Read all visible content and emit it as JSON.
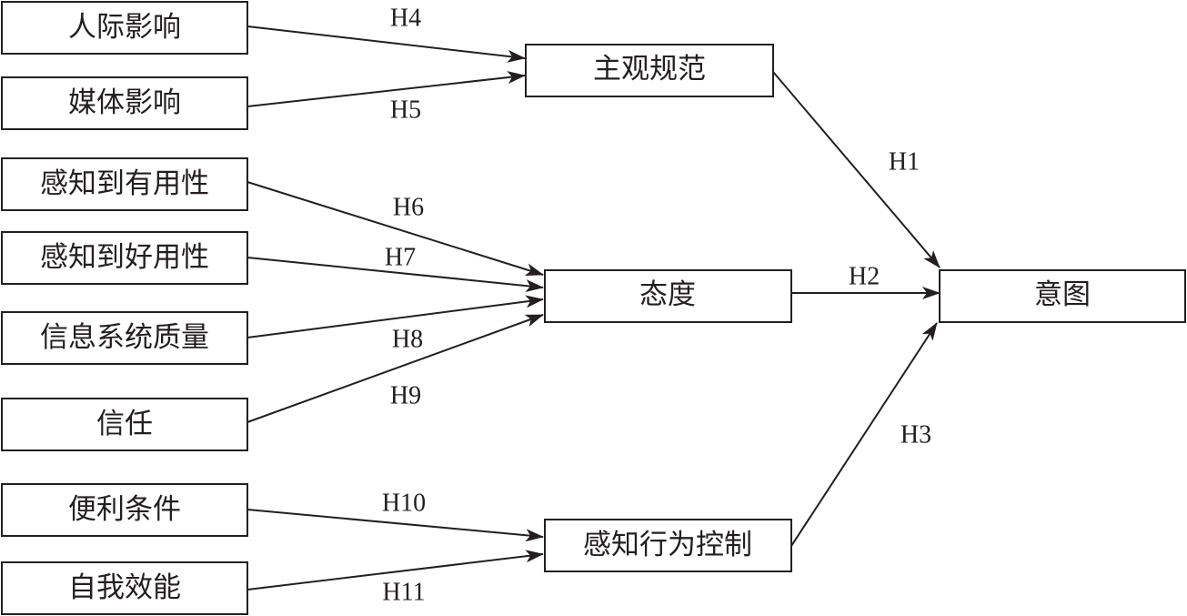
{
  "colors": {
    "stroke": "#231f20",
    "background": "#ffffff"
  },
  "nodes": {
    "interpersonal_influence": "人际影响",
    "media_influence": "媒体影响",
    "perceived_usefulness": "感知到有用性",
    "perceived_ease_of_use": "感知到好用性",
    "information_system_quality": "信息系统质量",
    "trust": "信任",
    "facilitating_conditions": "便利条件",
    "self_efficacy": "自我效能",
    "subjective_norm": "主观规范",
    "attitude": "态度",
    "perceived_behavioral_control": "感知行为控制",
    "intention": "意图"
  },
  "edges": [
    {
      "id": "h4",
      "from": "interpersonal_influence",
      "to": "subjective_norm",
      "label": "H4"
    },
    {
      "id": "h5",
      "from": "media_influence",
      "to": "subjective_norm",
      "label": "H5"
    },
    {
      "id": "h6",
      "from": "perceived_usefulness",
      "to": "attitude",
      "label": "H6"
    },
    {
      "id": "h7",
      "from": "perceived_ease_of_use",
      "to": "attitude",
      "label": "H7"
    },
    {
      "id": "h8",
      "from": "information_system_quality",
      "to": "attitude",
      "label": "H8"
    },
    {
      "id": "h9",
      "from": "trust",
      "to": "attitude",
      "label": "H9"
    },
    {
      "id": "h10",
      "from": "facilitating_conditions",
      "to": "perceived_behavioral_control",
      "label": "H10"
    },
    {
      "id": "h11",
      "from": "self_efficacy",
      "to": "perceived_behavioral_control",
      "label": "H11"
    },
    {
      "id": "h1",
      "from": "subjective_norm",
      "to": "intention",
      "label": "H1"
    },
    {
      "id": "h2",
      "from": "attitude",
      "to": "intention",
      "label": "H2"
    },
    {
      "id": "h3",
      "from": "perceived_behavioral_control",
      "to": "intention",
      "label": "H3"
    }
  ]
}
